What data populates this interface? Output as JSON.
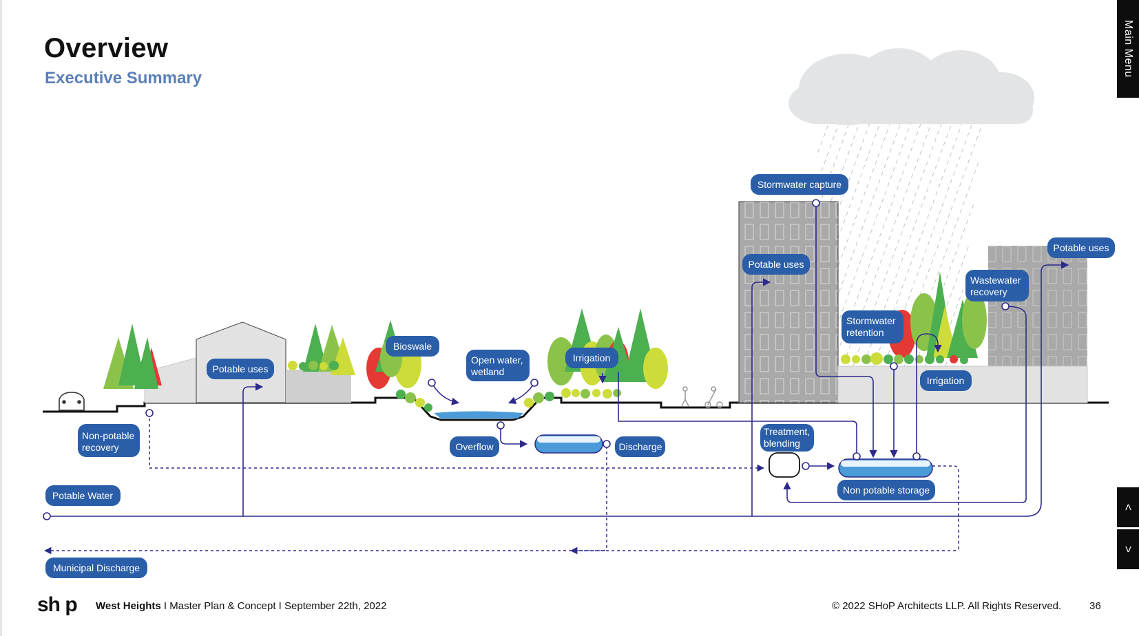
{
  "header": {
    "title": "Overview",
    "subtitle": "Executive Summary"
  },
  "side_nav": {
    "main_menu": "Main Menu",
    "prev_label": "<",
    "next_label": ">"
  },
  "diagram": {
    "labels": {
      "potable_uses_left": "Potable uses",
      "non_potable_recovery": [
        "Non-potable",
        "recovery"
      ],
      "potable_water": "Potable Water",
      "municipal_discharge": "Municipal Discharge",
      "bioswale": "Bioswale",
      "open_water_wetland": [
        "Open water,",
        "wetland"
      ],
      "overflow": "Overflow",
      "discharge": "Discharge",
      "irrigation_mid": "Irrigation",
      "stormwater_capture": "Stormwater capture",
      "potable_uses_tower": "Potable uses",
      "stormwater_retention": [
        "Stormwater",
        "retention"
      ],
      "wastewater_recovery": [
        "Wastewater",
        "recovery"
      ],
      "potable_uses_right": "Potable uses",
      "irrigation_right": "Irrigation",
      "treatment_blending": [
        "Treatment,",
        "blending"
      ],
      "non_potable_storage": "Non potable storage"
    },
    "colors": {
      "label_fill": "#2a5ea8",
      "flow_line": "#2e2a8c",
      "water": "#4a9bd8",
      "building": "#e2e2e2",
      "tower": "#a9a9a9",
      "tree_green": "#4caf50",
      "tree_light": "#8bc34a",
      "tree_yellow": "#cddc39",
      "tree_red": "#e53935",
      "cloud": "#e3e4e5"
    }
  },
  "footer": {
    "logo": "sh p",
    "project": "West Heights",
    "details": "I  Master Plan & Concept I September 22th, 2022",
    "copyright": "© 2022 SHoP Architects LLP. All Rights Reserved.",
    "page_number": "36"
  }
}
